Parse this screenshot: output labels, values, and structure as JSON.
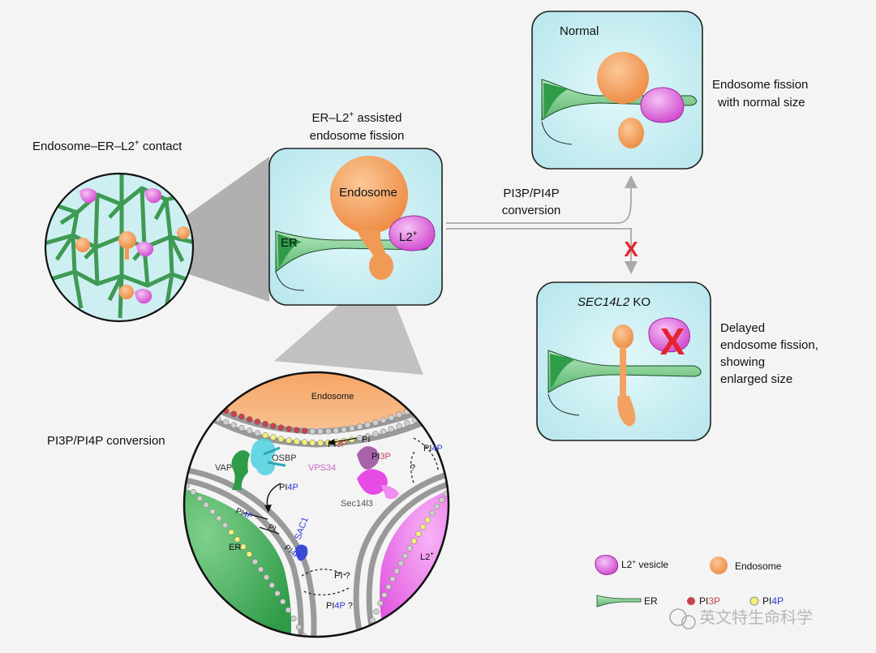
{
  "labels": {
    "contact_title": "Endosome–ER–L2",
    "contact_title_sup": "+",
    "contact_title_end": " contact",
    "assist_title_1a": "ER–L2",
    "assist_title_1sup": "+",
    "assist_title_1b": " assisted",
    "assist_title_2": "endosome fission",
    "center_endosome": "Endosome",
    "center_er": "ER",
    "center_l2": "L2",
    "center_l2_sup": "+",
    "conversion_1": "PI3P/PI4P",
    "conversion_2": "conversion",
    "normal_title": "Normal",
    "normal_desc_1": "Endosome fission",
    "normal_desc_2": "with normal size",
    "ko_title_italic": "SEC14L2",
    "ko_title_rest": " KO",
    "ko_desc_1": "Delayed",
    "ko_desc_2": "endosome fission,",
    "ko_desc_3": "showing",
    "ko_desc_4": "enlarged size",
    "block_mark": "X",
    "ko_mark": "X",
    "detail_title": "PI3P/PI4P conversion",
    "detail_endosome": "Endosome",
    "detail_er": "ER",
    "detail_l2": "L2",
    "detail_l2_sup": "+",
    "detail_vap": "VAP",
    "detail_osbp": "OSBP",
    "detail_vps34": "VPS34",
    "detail_sec14l3": "Sec14l3",
    "detail_sac1": "SAC1",
    "detail_pi_top": "PI",
    "detail_pi3p_top_a": "PI",
    "detail_pi3p_top_b": "3P",
    "detail_pi3p_right_a": "PI",
    "detail_pi3p_right_b": "3P",
    "detail_pi4p_right_a": "PI",
    "detail_pi4p_right_b": "4P",
    "detail_q": "?",
    "detail_pi4p_osbp_a": "PI",
    "detail_pi4p_osbp_b": "4P",
    "detail_pi4p_mem_a": "PI",
    "detail_pi4p_mem_b": "4P",
    "detail_pi_mem": "PI",
    "detail_pi4p_sac_a": "PI",
    "detail_pi4p_sac_b": "4P",
    "detail_pi_q": "PI ?",
    "detail_pi4p_q_a": "PI",
    "detail_pi4p_q_b": "4P",
    "detail_pi4p_q_c": " ?"
  },
  "legend": {
    "l2_vesicle_a": "L2",
    "l2_vesicle_sup": "+",
    "l2_vesicle_b": " vesicle",
    "endosome": "Endosome",
    "er": "ER",
    "pi3p_a": "PI",
    "pi3p_b": "3P",
    "pi4p_a": "PI",
    "pi4p_b": "4P"
  },
  "watermark": "英文特生命科学",
  "colors": {
    "er_green": "#4db262",
    "er_light": "#8ed69a",
    "endosome_orange": "#f6a567",
    "l2_magenta": "#e783e6",
    "panel_bg": "#c9eef1",
    "pi3p_red": "#c6434c",
    "pi4p_yellow": "#f2f07a",
    "pi4p_blue": "#2b39d6",
    "mark_red": "#e4242c"
  }
}
